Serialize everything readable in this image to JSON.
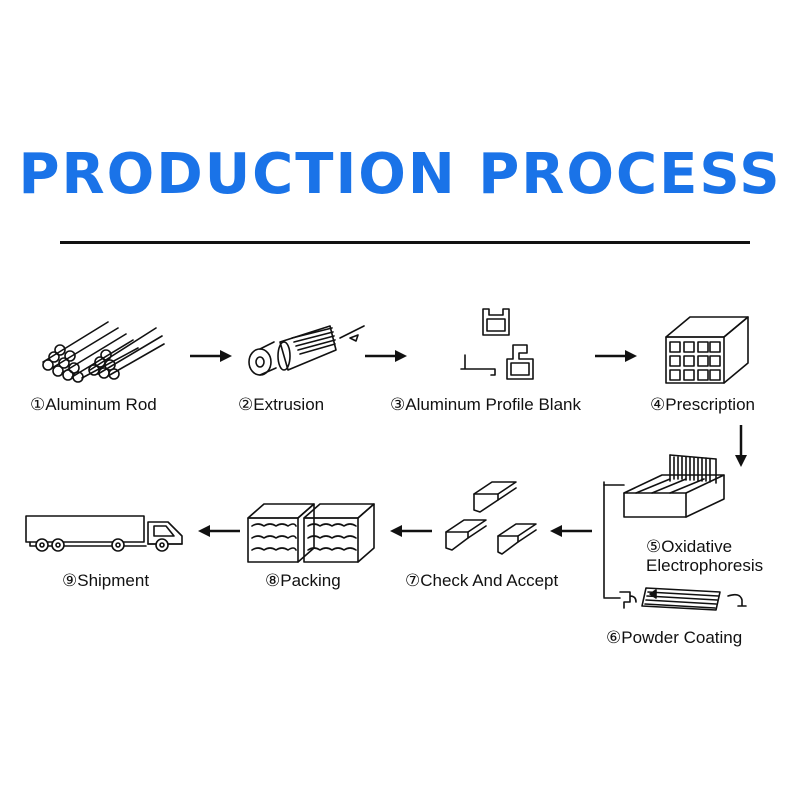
{
  "title": "PRODUCTION PROCESS",
  "accent_color": "#1a73e8",
  "steps": [
    {
      "label": "①Aluminum Rod",
      "icon": "aluminum-rod-bundle-icon"
    },
    {
      "label": "②Extrusion",
      "icon": "extrusion-press-icon"
    },
    {
      "label": "③Aluminum Profile Blank",
      "icon": "profile-blank-icon"
    },
    {
      "label": "④Prescription",
      "icon": "profile-stack-icon"
    },
    {
      "label": "⑤Oxidative",
      "label2": "Electrophoresis",
      "icon": "electrophoresis-tank-icon"
    },
    {
      "label": "⑥Powder Coating",
      "icon": "powder-coating-icon"
    },
    {
      "label": "⑦Check And Accept",
      "icon": "profiles-inspection-icon"
    },
    {
      "label": "⑧Packing",
      "icon": "packed-bundles-icon"
    },
    {
      "label": "⑨Shipment",
      "icon": "truck-icon"
    }
  ]
}
